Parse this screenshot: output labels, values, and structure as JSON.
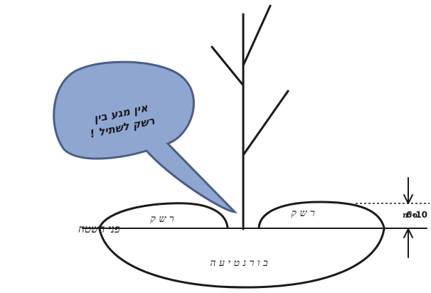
{
  "labels": {
    "speech_line1": "אין מגע בין",
    "speech_line2": "רשק לשתיל !",
    "mulch_left": "ר ש ק",
    "mulch_right": "ר ש ק",
    "ground_surface": "פני השטח",
    "planting_pit": "ב ו ר  נ ט י ע ה",
    "height_value": "6-10",
    "height_unit": "ס\"מ"
  },
  "colors": {
    "bubble_fill": "#8fa6d1",
    "bubble_stroke": "#4a5e86",
    "line": "#1a1a1a"
  }
}
